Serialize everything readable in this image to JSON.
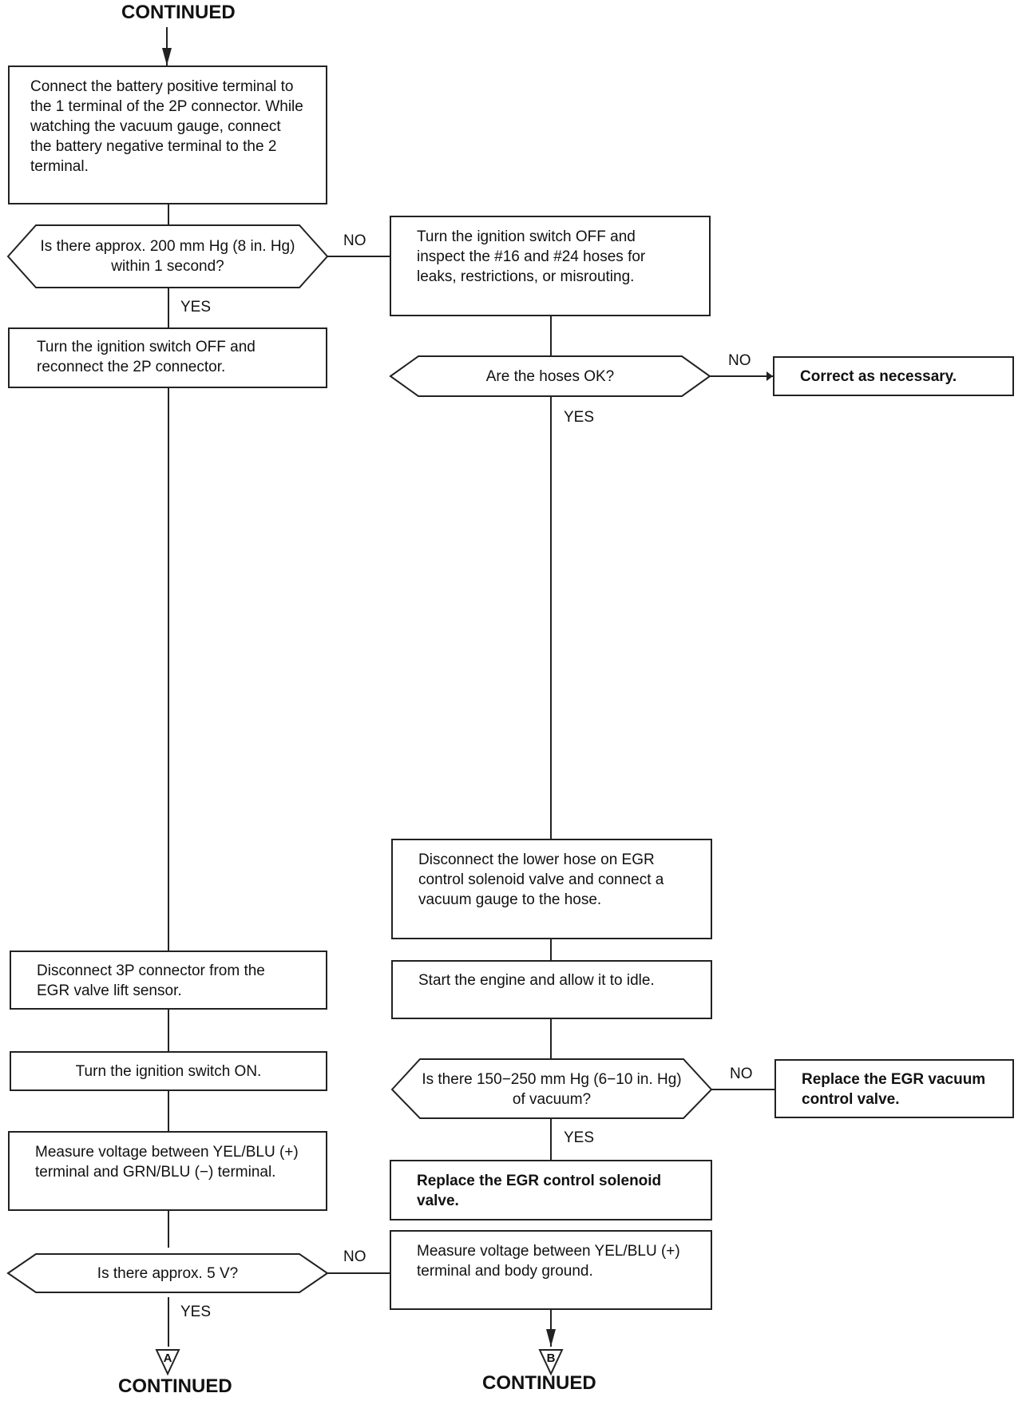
{
  "headers": {
    "top": "CONTINUED",
    "bottom_left": "CONTINUED",
    "bottom_right": "CONTINUED"
  },
  "steps": {
    "connect_battery": "Connect the battery positive terminal to the 1 terminal of the 2P connector. While watching the vacuum gauge, connect the battery negative terminal to the 2 terminal.",
    "turn_off_reconnect": "Turn the ignition switch OFF and reconnect the 2P connector.",
    "inspect_hoses": "Turn the ignition switch OFF and inspect the #16 and #24 hoses for leaks, restrictions, or misrouting.",
    "correct": "Correct as necessary.",
    "disconnect_lower_hose": "Disconnect the lower hose on EGR control solenoid valve and connect a vacuum gauge to the hose.",
    "disconnect_3p": "Disconnect 3P connector from the EGR valve lift sensor.",
    "start_engine": "Start the engine and allow it to idle.",
    "ignition_on": "Turn the ignition switch ON.",
    "replace_vacuum_valve": "Replace the EGR vacuum control valve.",
    "measure_yel_grn": "Measure voltage between YEL/BLU (+) terminal and GRN/BLU (−) terminal.",
    "replace_solenoid": "Replace the EGR control solenoid valve.",
    "measure_yel_body": "Measure voltage between YEL/BLU (+) terminal and body ground."
  },
  "decisions": {
    "vacuum_200": "Is there approx. 200 mm Hg (8 in. Hg) within 1 second?",
    "hoses_ok": "Are the hoses OK?",
    "vacuum_150_250": "Is there 150−250 mm Hg (6−10 in. Hg) of vacuum?",
    "approx_5v": "Is there approx. 5 V?"
  },
  "labels": {
    "yes": "YES",
    "no": "NO"
  },
  "connectors": {
    "a": "A",
    "b": "B"
  }
}
